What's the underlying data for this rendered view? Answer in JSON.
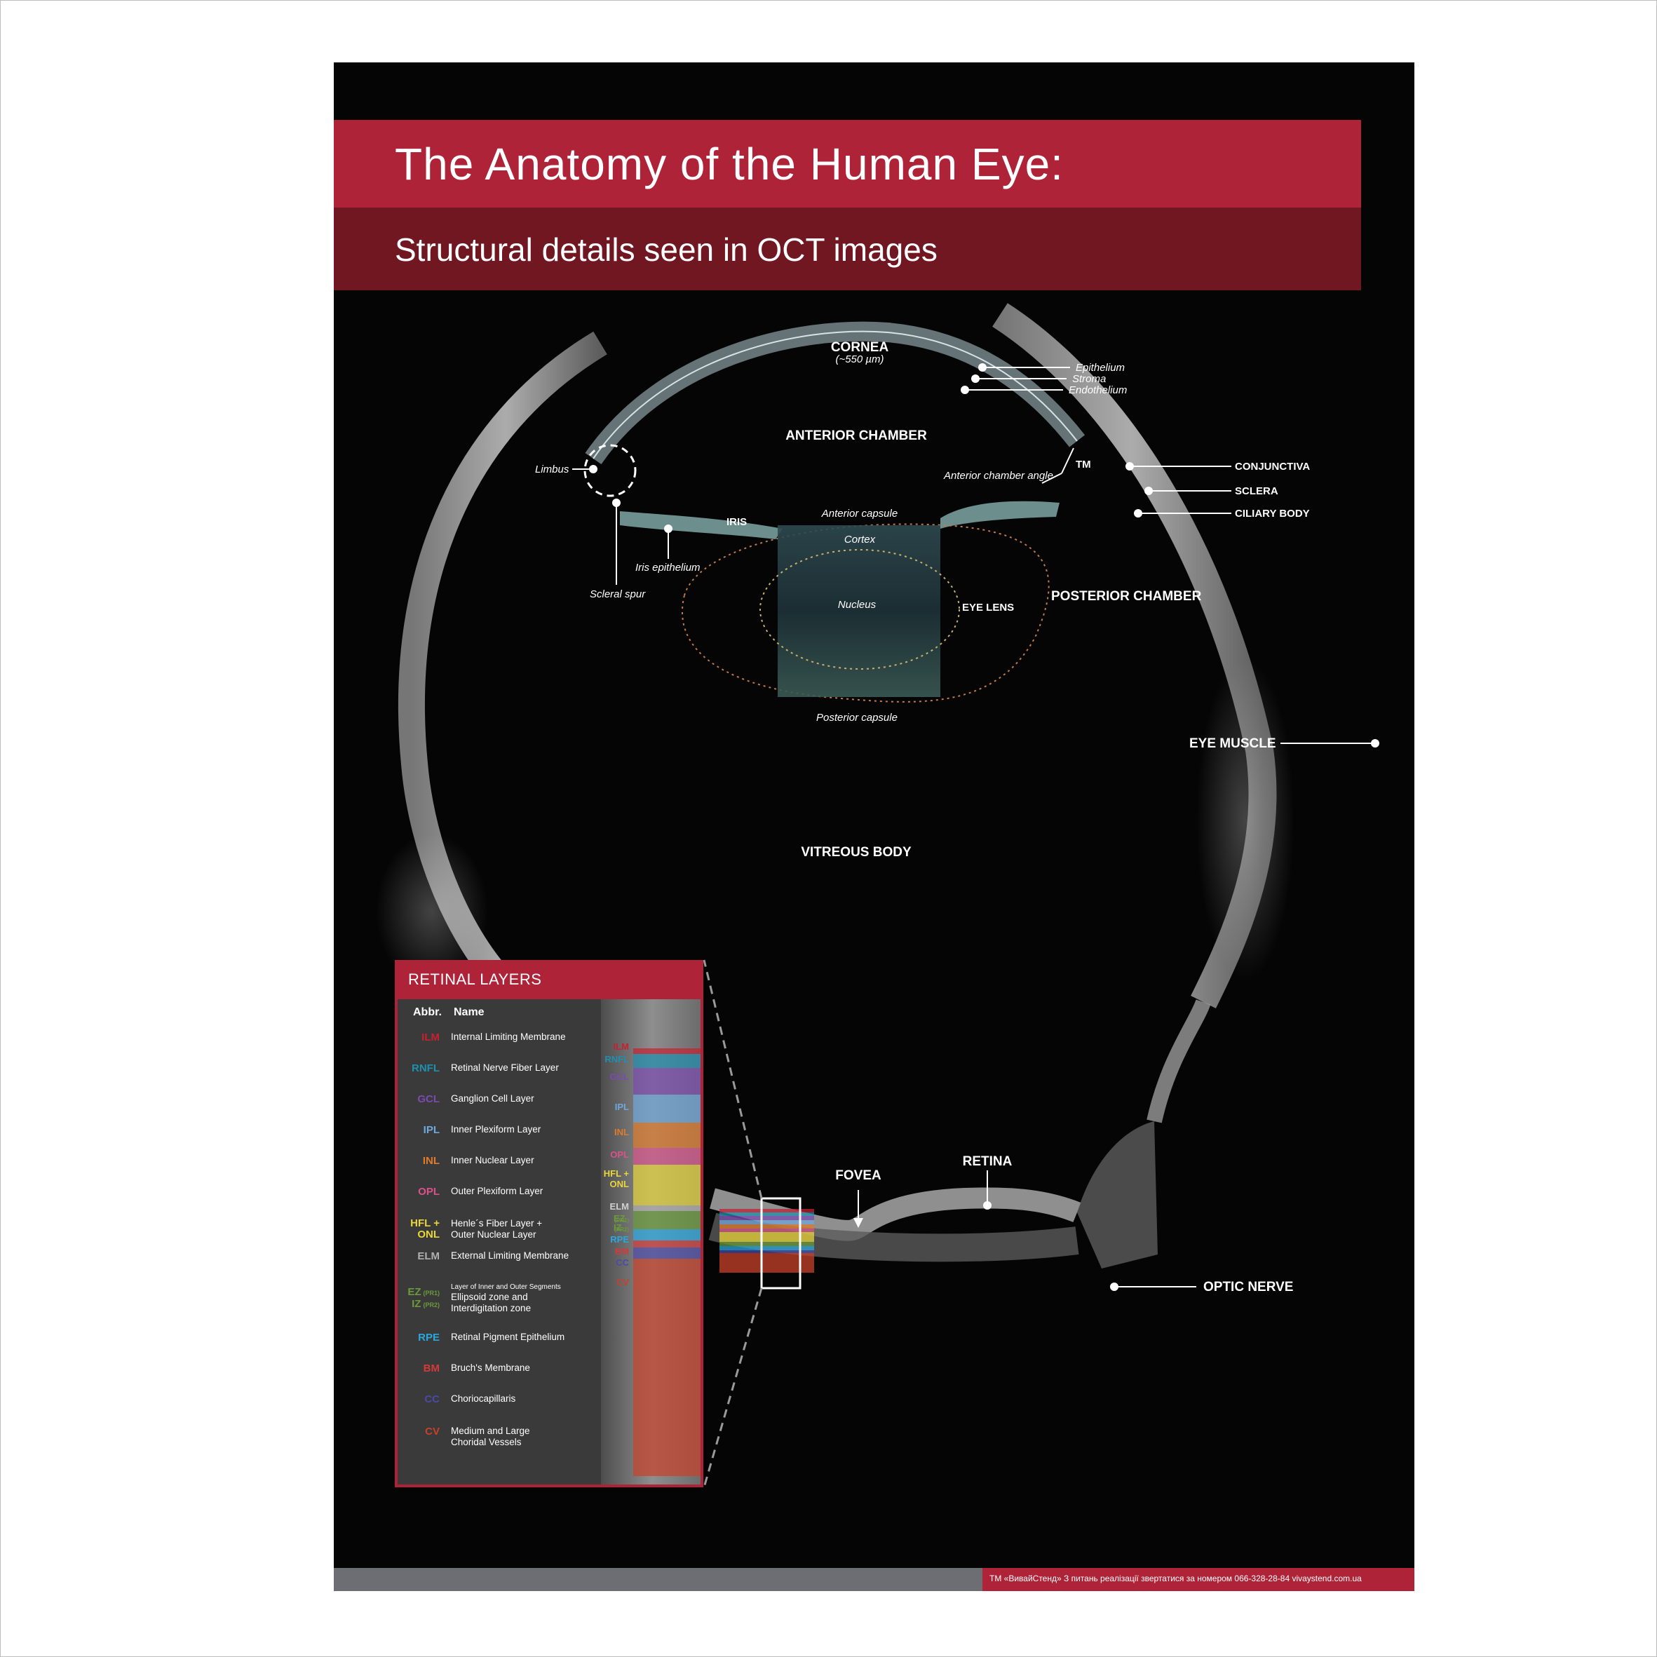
{
  "poster": {
    "title": "The Anatomy of the Human Eye:",
    "subtitle": "Structural details seen in OCT images"
  },
  "labels": {
    "cornea": "CORNEA",
    "cornea_thickness": "(~550 µm)",
    "epithelium": "Epithelium",
    "stroma": "Stroma",
    "endothelium": "Endothelium",
    "anterior_chamber": "ANTERIOR CHAMBER",
    "limbus": "Limbus",
    "tm": "TM",
    "anterior_chamber_angle": "Anterior chamber angle",
    "conjunctiva": "CONJUNCTIVA",
    "sclera": "SCLERA",
    "ciliary_body": "CILIARY BODY",
    "iris": "IRIS",
    "anterior_capsule": "Anterior capsule",
    "cortex": "Cortex",
    "iris_epithelium": "Iris epithelium",
    "scleral_spur": "Scleral spur",
    "nucleus": "Nucleus",
    "eye_lens": "EYE LENS",
    "posterior_chamber": "POSTERIOR CHAMBER",
    "posterior_capsule": "Posterior capsule",
    "eye_muscle": "EYE MUSCLE",
    "vitreous_body": "VITREOUS BODY",
    "fovea": "FOVEA",
    "retina": "RETINA",
    "optic_nerve": "OPTIC NERVE"
  },
  "retinal_layers": {
    "title": "RETINAL LAYERS",
    "col_abbr": "Abbr.",
    "col_name": "Name",
    "rows": [
      {
        "abbr": "ILM",
        "name": "Internal Limiting Membrane",
        "color": "#c8202f"
      },
      {
        "abbr": "RNFL",
        "name": "Retinal Nerve Fiber Layer",
        "color": "#1f8fb0"
      },
      {
        "abbr": "GCL",
        "name": "Ganglion Cell Layer",
        "color": "#7a4bb0"
      },
      {
        "abbr": "IPL",
        "name": "Inner Plexiform Layer",
        "color": "#6fa8dc"
      },
      {
        "abbr": "INL",
        "name": "Inner Nuclear Layer",
        "color": "#e07b2a"
      },
      {
        "abbr": "OPL",
        "name": "Outer Plexiform Layer",
        "color": "#d9538a"
      },
      {
        "abbr": "HFL +",
        "abbr2": "ONL",
        "name": "Henle´s Fiber Layer +",
        "name2": "Outer Nuclear Layer",
        "color": "#e8d63a"
      },
      {
        "abbr": "ELM",
        "name": "External Limiting Membrane",
        "color": "#b0b0b0"
      },
      {
        "abbr": "EZ",
        "sub": "(PR1)",
        "abbr2": "IZ",
        "sub2": "(PR2)",
        "name_note": "Layer of Inner and Outer Segments",
        "name": "Ellipsoid zone and",
        "name2": "Interdigitation zone",
        "color": "#6a9a3a"
      },
      {
        "abbr": "RPE",
        "name": "Retinal Pigment Epithelium",
        "color": "#29a8e0"
      },
      {
        "abbr": "BM",
        "name": "Bruch's Membrane",
        "color": "#d23a3a"
      },
      {
        "abbr": "CC",
        "name": "Choriocapillaris",
        "color": "#4a4aa8"
      },
      {
        "abbr": "CV",
        "name": "Medium and Large",
        "name2": "Choridal Vessels",
        "color": "#c8402a"
      }
    ]
  },
  "strip_labels": [
    "ILM",
    "RNFL",
    "GCL",
    "IPL",
    "INL",
    "OPL",
    "HFL +",
    "ONL",
    "ELM",
    "EZ",
    "(PR1)",
    "IZ",
    "(PR2)",
    "RPE",
    "BM",
    "CC",
    "CV"
  ],
  "footer": {
    "text": "ТМ «ВивайСтенд» З питань реалізації звертатися за номером 066-328-28-84 vivaystend.com.ua"
  }
}
